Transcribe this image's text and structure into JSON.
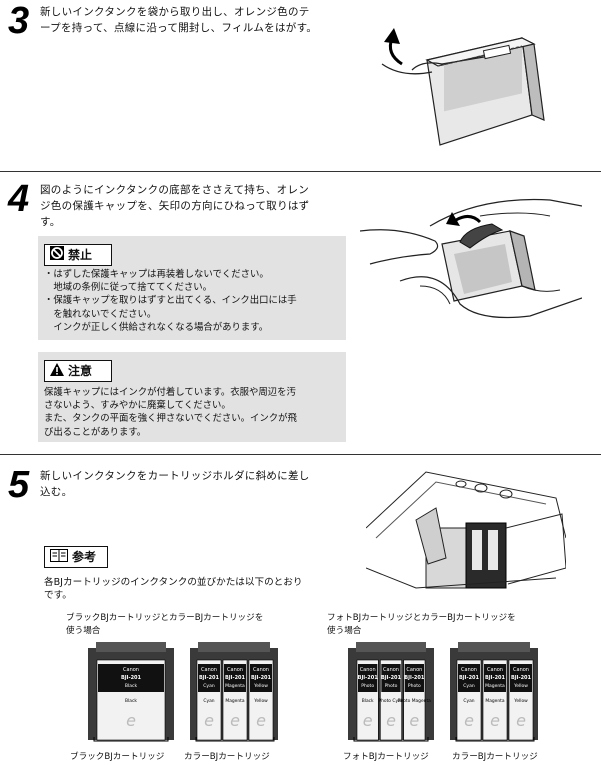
{
  "steps": [
    {
      "number": "3",
      "text_lines": [
        "新しいインクタンクを袋から取り出し、オレンジ色のテ",
        "ープを持って、点線に沿って開封し、フィルムをはがす。"
      ]
    },
    {
      "number": "4",
      "text_lines": [
        "図のようにインクタンクの底部をささえて持ち、オレン",
        "ジ色の保護キャップを、矢印の方向にひねって取りはず",
        "す。"
      ]
    },
    {
      "number": "5",
      "text_lines": [
        "新しいインクタンクをカートリッジホルダに斜めに差し",
        "込む。"
      ]
    }
  ],
  "prohibit": {
    "title": "禁止",
    "lines": [
      "・はずした保護キャップは再装着しないでください。",
      "　地域の条例に従って捨ててください。",
      "・保護キャップを取りはずすと出てくる、インク出口には手",
      "　を触れないでください。",
      "　インクが正しく供給されなくなる場合があります。"
    ]
  },
  "caution": {
    "title": "注意",
    "lines": [
      "保護キャップにはインクが付着しています。衣服や周辺を汚",
      "さないよう、すみやかに廃棄してください。",
      "また、タンクの平面を強く押さないでください。インクが飛",
      "び出ることがあります。"
    ]
  },
  "reference": {
    "title": "参考",
    "lines": [
      "各BJカートリッジのインクタンクの並びかたは以下のとおり",
      "です。"
    ]
  },
  "cartridge_sets": [
    {
      "case_lines": [
        "ブラックBJカートリッジとカラーBJカートリッジを",
        "使う場合"
      ],
      "label_left": "ブラックBJカートリッジ",
      "label_right": "カラーBJカートリッジ",
      "tanks_left": [
        {
          "brand": "Canon",
          "name": "BJI-201",
          "sub": "Black",
          "color": "Black"
        }
      ],
      "tanks_right": [
        {
          "brand": "Canon",
          "name": "BJI-201",
          "sub": "Cyan",
          "color": "Cyan"
        },
        {
          "brand": "Canon",
          "name": "BJI-201",
          "sub": "Magenta",
          "color": "Magenta"
        },
        {
          "brand": "Canon",
          "name": "BJI-201",
          "sub": "Yellow",
          "color": "Yellow"
        }
      ]
    },
    {
      "case_lines": [
        "フォトBJカートリッジとカラーBJカートリッジを",
        "使う場合"
      ],
      "label_left": "フォトBJカートリッジ",
      "label_right": "カラーBJカートリッジ",
      "tanks_left": [
        {
          "brand": "Canon",
          "name": "BJI-201",
          "sub": "Photo",
          "color": "Black"
        },
        {
          "brand": "Canon",
          "name": "BJI-201",
          "sub": "Photo",
          "color": "Photo Cyan"
        },
        {
          "brand": "Canon",
          "name": "BJI-201",
          "sub": "Photo",
          "color": "Photo Magenta"
        }
      ],
      "tanks_right": [
        {
          "brand": "Canon",
          "name": "BJI-201",
          "sub": "Cyan",
          "color": "Cyan"
        },
        {
          "brand": "Canon",
          "name": "BJI-201",
          "sub": "Magenta",
          "color": "Magenta"
        },
        {
          "brand": "Canon",
          "name": "BJI-201",
          "sub": "Yellow",
          "color": "Yellow"
        }
      ]
    }
  ],
  "colors": {
    "rule": "#333333",
    "note_bg": "#e2e2e2",
    "ink": "#111111"
  }
}
